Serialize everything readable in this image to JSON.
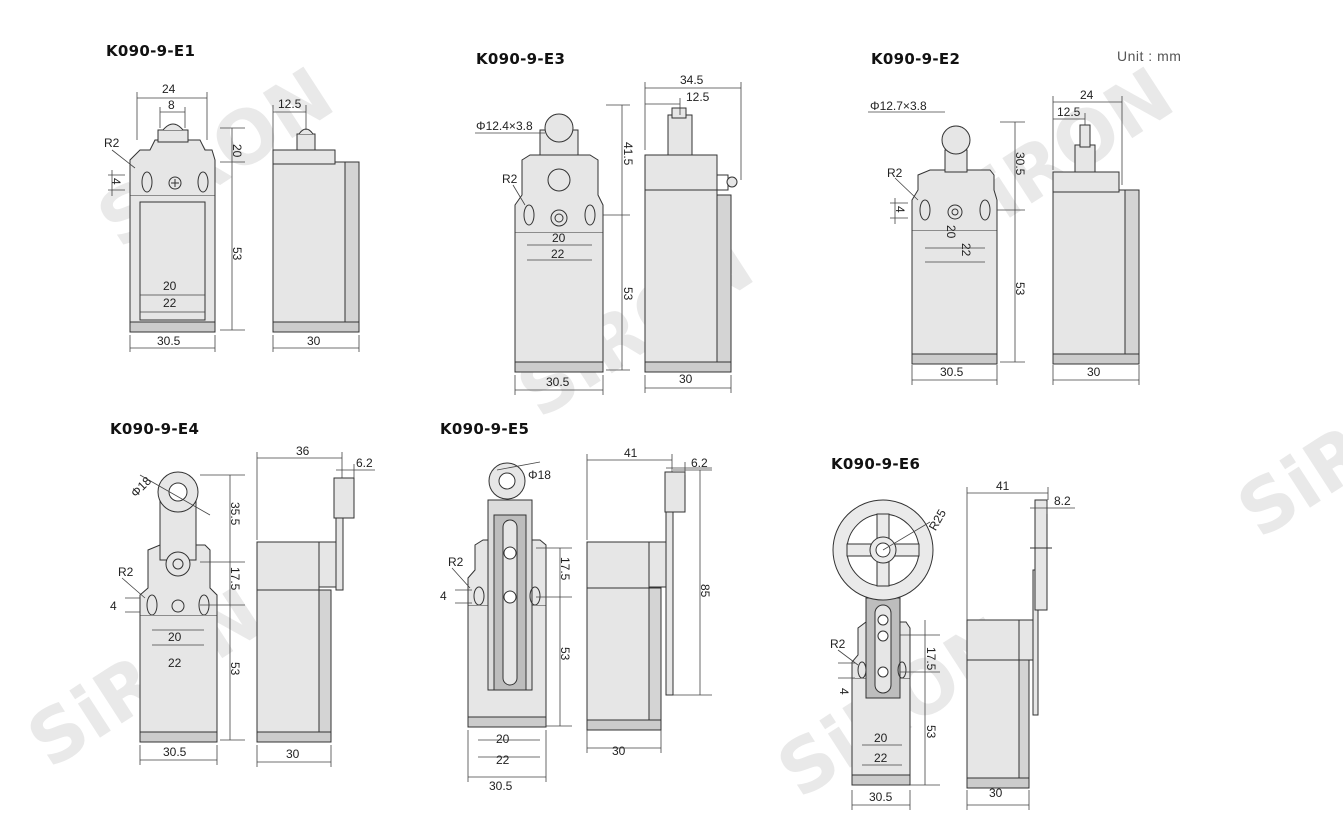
{
  "unit_label": "Unit : mm",
  "watermark": "SiRON",
  "colors": {
    "line": "#333333",
    "body_fill": "#e6e6e6",
    "cover_fill": "#d4d4d4",
    "dim_line": "#444444",
    "watermark": "#e9e9e9"
  },
  "models": [
    {
      "title": "K090-9-E1",
      "dims": [
        "24",
        "8",
        "R2",
        "4",
        "20",
        "53",
        "20",
        "22",
        "30.5",
        "12.5",
        "30"
      ]
    },
    {
      "title": "K090-9-E3",
      "dims": [
        "Φ12.4×3.8",
        "R2",
        "20",
        "22",
        "41.5",
        "53",
        "30.5",
        "34.5",
        "12.5",
        "30"
      ]
    },
    {
      "title": "K090-9-E2",
      "dims": [
        "Φ12.7×3.8",
        "R2",
        "4",
        "20",
        "22",
        "30.5",
        "53",
        "30.5",
        "24",
        "12.5",
        "30"
      ]
    },
    {
      "title": "K090-9-E4",
      "dims": [
        "Φ18",
        "R2",
        "4",
        "20",
        "22",
        "35.5",
        "17.5",
        "53",
        "30.5",
        "36",
        "6.2",
        "30"
      ]
    },
    {
      "title": "K090-9-E5",
      "dims": [
        "Φ18",
        "R2",
        "4",
        "17.5",
        "53",
        "20",
        "22",
        "30.5",
        "41",
        "6.2",
        "85",
        "30"
      ]
    },
    {
      "title": "K090-9-E6",
      "dims": [
        "R25",
        "R2",
        "4",
        "17.5",
        "53",
        "20",
        "22",
        "30.5",
        "41",
        "8.2",
        "30"
      ]
    }
  ]
}
